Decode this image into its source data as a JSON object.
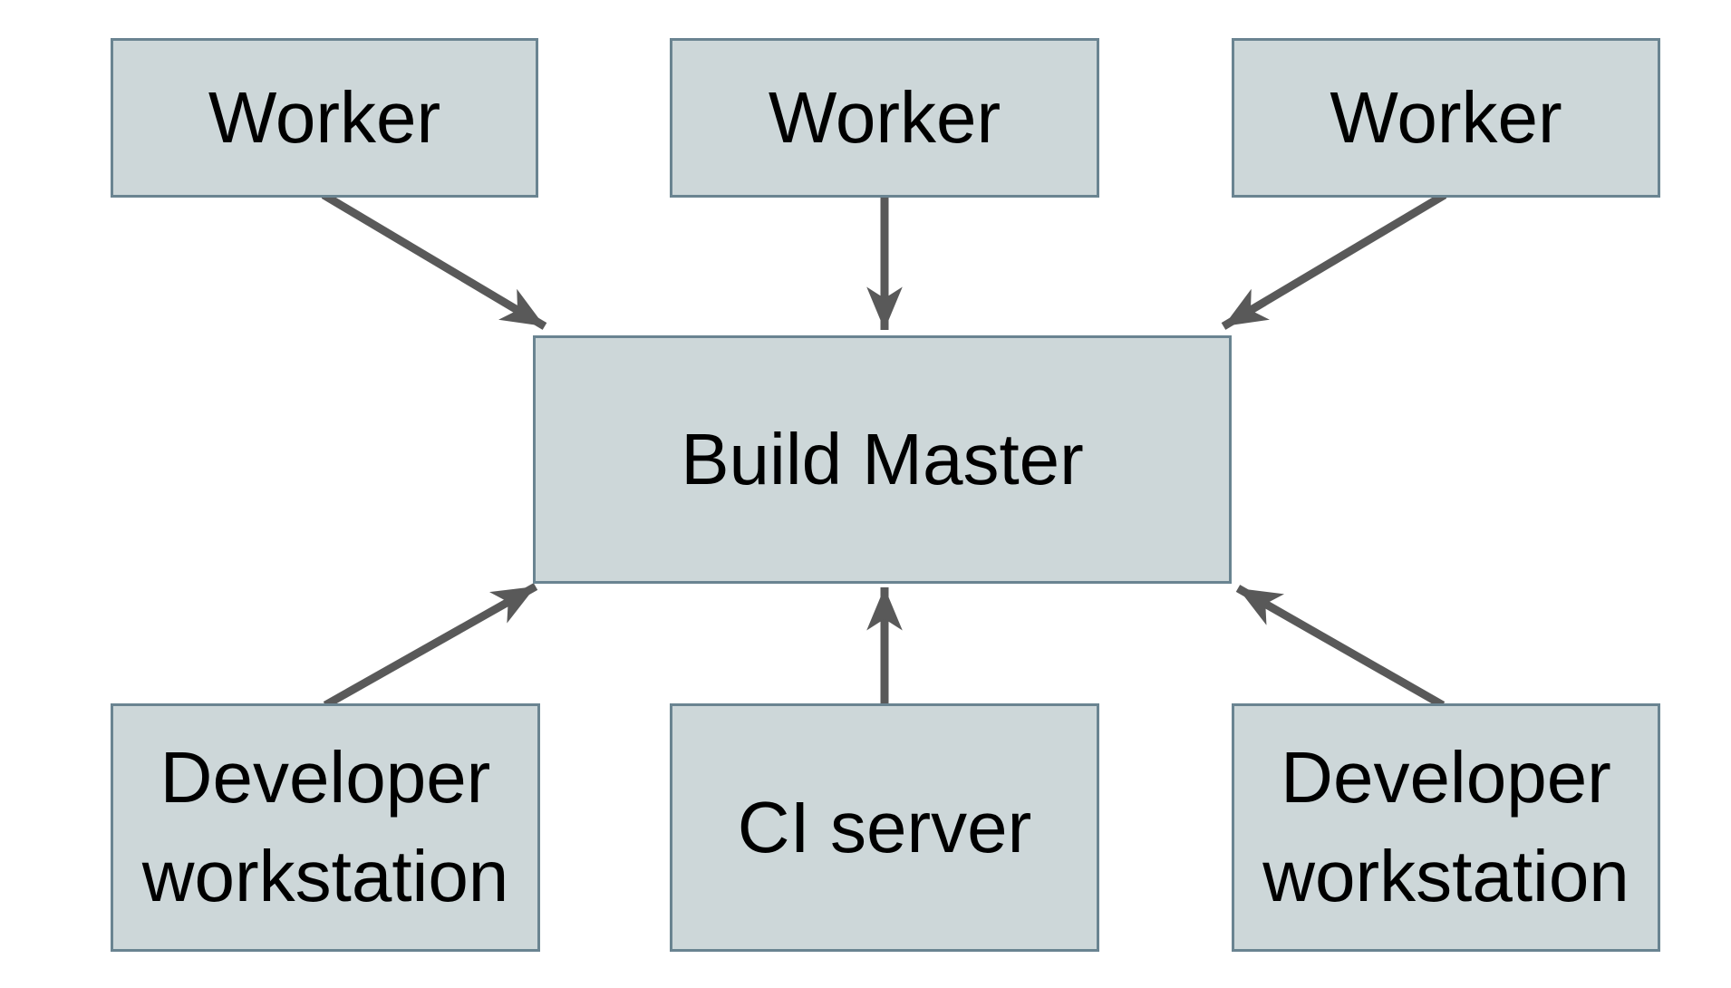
{
  "diagram": {
    "background_color": "#ffffff",
    "node_fill": "#cdd7d9",
    "node_border_color": "#6a8491",
    "arrow_color": "#595959",
    "text_color": "#000000",
    "nodes": {
      "worker1": {
        "label": "Worker"
      },
      "worker2": {
        "label": "Worker"
      },
      "worker3": {
        "label": "Worker"
      },
      "build_master": {
        "label": "Build Master"
      },
      "dev_workstation1": {
        "label": "Developer workstation"
      },
      "ci_server": {
        "label": "CI server"
      },
      "dev_workstation2": {
        "label": "Developer workstation"
      }
    },
    "edges": [
      {
        "from": "worker1",
        "to": "build_master"
      },
      {
        "from": "worker2",
        "to": "build_master"
      },
      {
        "from": "worker3",
        "to": "build_master"
      },
      {
        "from": "dev_workstation1",
        "to": "build_master"
      },
      {
        "from": "ci_server",
        "to": "build_master"
      },
      {
        "from": "dev_workstation2",
        "to": "build_master"
      }
    ]
  }
}
